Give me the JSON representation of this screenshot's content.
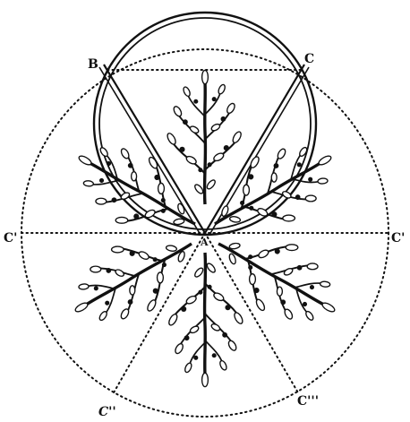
{
  "diagram": {
    "labels": {
      "b": "B",
      "c": "C",
      "c1_left": "C'",
      "c1_right": "C'",
      "a": "A",
      "c2_left": "C''",
      "c2_right": "C'''"
    },
    "sprig_count": 6,
    "colors": {
      "ink": "#111111",
      "paper": "#ffffff"
    }
  }
}
